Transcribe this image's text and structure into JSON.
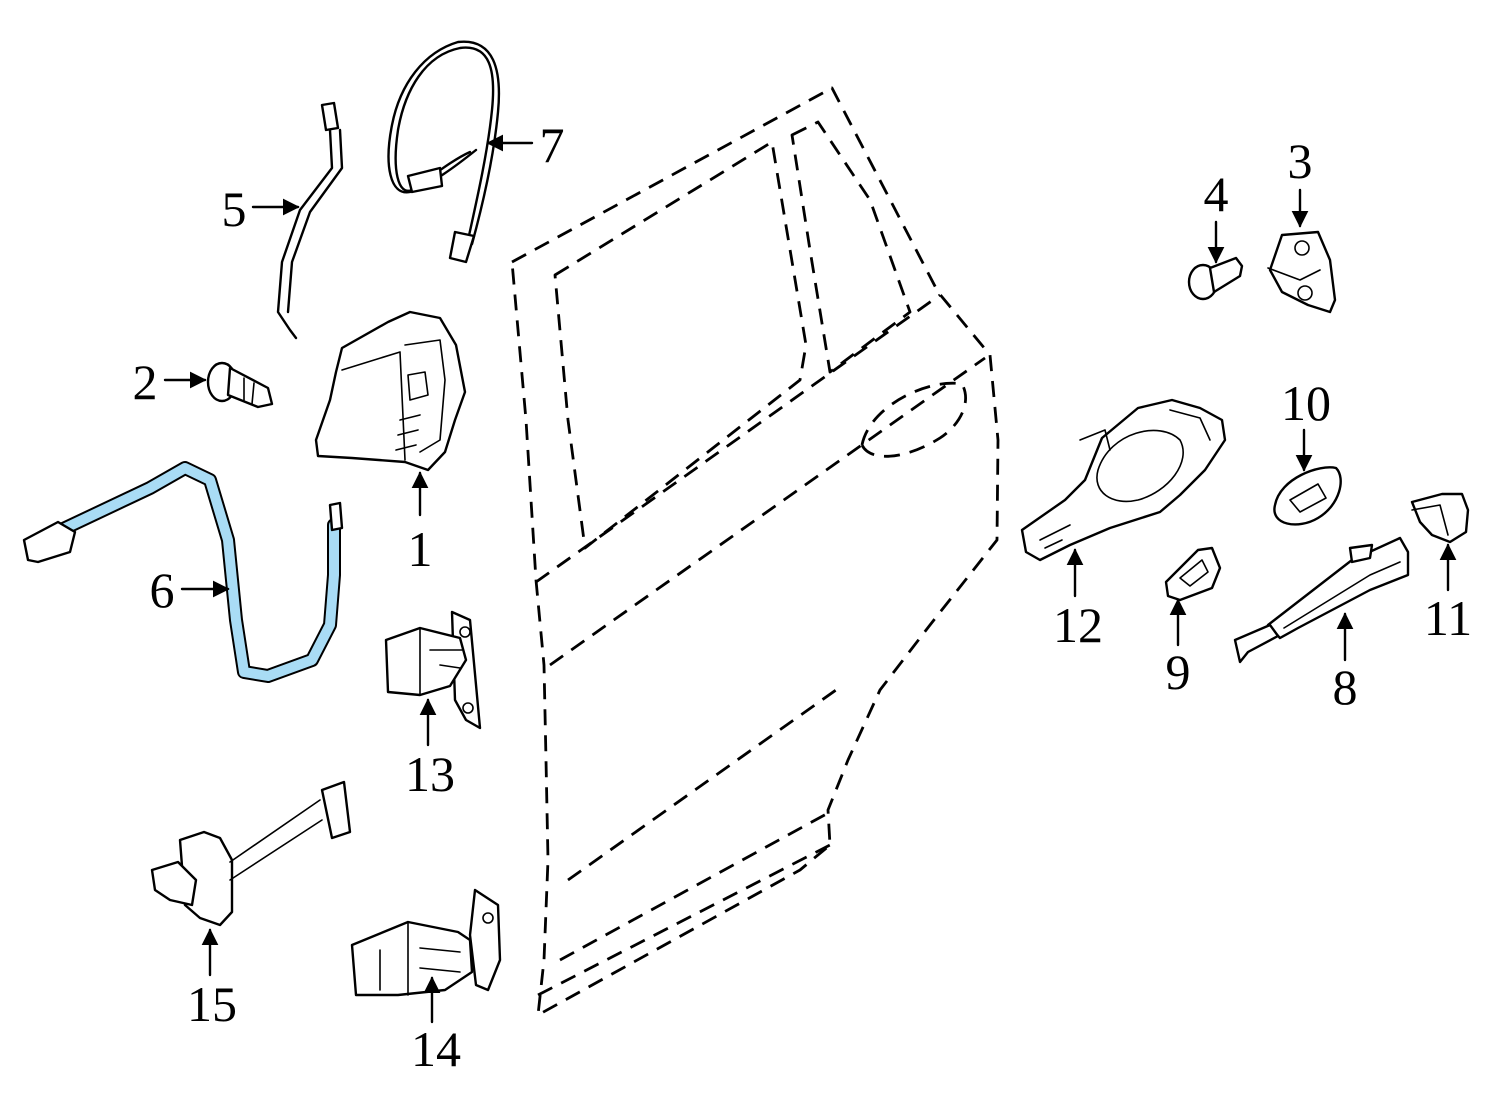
{
  "diagram": {
    "highlight_color": "#a9dcf5",
    "callouts": [
      {
        "id": "c1",
        "label": "1"
      },
      {
        "id": "c2",
        "label": "2"
      },
      {
        "id": "c3",
        "label": "3"
      },
      {
        "id": "c4",
        "label": "4"
      },
      {
        "id": "c5",
        "label": "5"
      },
      {
        "id": "c6",
        "label": "6",
        "highlighted": true
      },
      {
        "id": "c7",
        "label": "7"
      },
      {
        "id": "c8",
        "label": "8"
      },
      {
        "id": "c9",
        "label": "9"
      },
      {
        "id": "c10",
        "label": "10"
      },
      {
        "id": "c11",
        "label": "11"
      },
      {
        "id": "c12",
        "label": "12"
      },
      {
        "id": "c13",
        "label": "13"
      },
      {
        "id": "c14",
        "label": "14"
      },
      {
        "id": "c15",
        "label": "15"
      }
    ]
  }
}
